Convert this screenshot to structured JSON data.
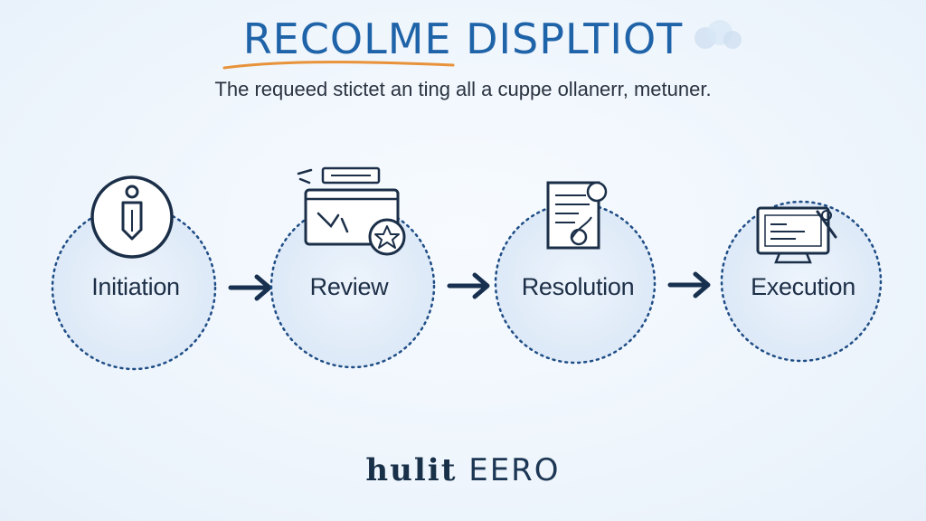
{
  "header": {
    "title": "RECOLME DISPLTIOT",
    "subtitle": "The requeed stictet an ting all a cuppe ollanerr, metuner."
  },
  "steps": [
    {
      "label": "Initiation",
      "icon": "person-in-circle-icon"
    },
    {
      "label": "Review",
      "icon": "document-review-star-icon"
    },
    {
      "label": "Resolution",
      "icon": "document-seal-icon"
    },
    {
      "label": "Execution",
      "icon": "monitor-signing-icon"
    }
  ],
  "footer": {
    "brand_mark": "hulit",
    "brand_text": "EERO"
  },
  "colors": {
    "title": "#1f63a8",
    "swoosh": "#e8923a",
    "dots": "#1f4d86",
    "arrow": "#18304f",
    "circle_fill": "#e3eefa"
  }
}
